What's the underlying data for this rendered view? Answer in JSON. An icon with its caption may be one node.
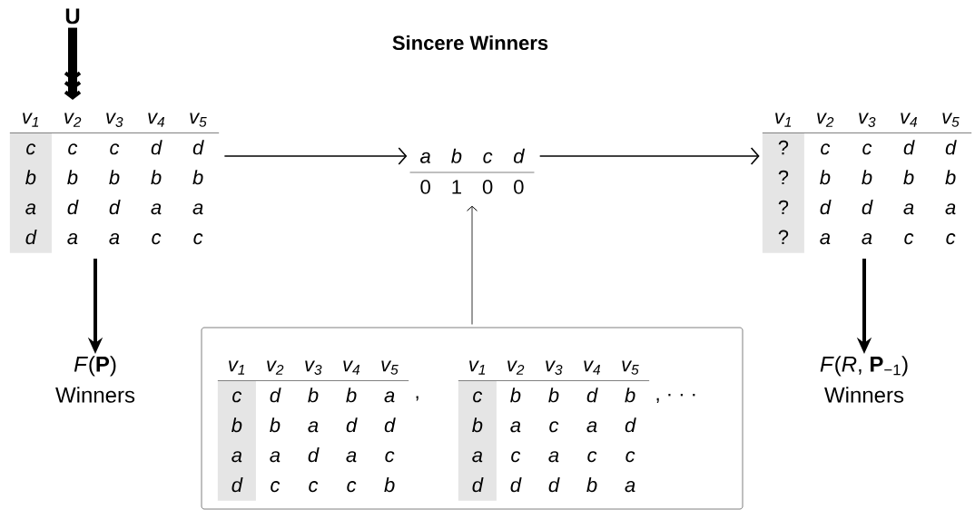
{
  "diagram": {
    "title": "Sincere Winners",
    "nodes": [
      {
        "text": [
          "U"
        ]
      },
      {
        "text": [
          "v$_{1}$",
          "v$_{2}$",
          "v$_{3}$",
          "v$_{4}$",
          "v$_{5}$",
          "c",
          "c",
          "c",
          "d",
          "d",
          "b",
          "b",
          "b",
          "b",
          "b",
          "a",
          "d",
          "d",
          "a",
          "a",
          "d",
          "a",
          "a",
          "c",
          "c"
        ]
      },
      {
        "text": [
          "a",
          "b",
          "c",
          "d",
          "0",
          "1",
          "0",
          "0"
        ]
      },
      {
        "text": [
          "v$_{1}$",
          "v$_{2}$",
          "v$_{3}$",
          "v$_{4}$",
          "v$_{5}$",
          "?",
          "c",
          "c",
          "d",
          "d",
          "?",
          "b",
          "b",
          "b",
          "b",
          "?",
          "d",
          "d",
          "a",
          "a",
          "?",
          "a",
          "a",
          "c",
          "c"
        ]
      },
      {
        "text": [
          "*F*(**P**)",
          "Winners"
        ]
      },
      {
        "text": [
          "*F*(*R*, **P**$_{−1}$)",
          "Winners"
        ]
      },
      {
        "text": [],
        "shape": "box"
      },
      {
        "text": [
          "v$_{1}$",
          "v$_{2}$",
          "v$_{3}$",
          "v$_{4}$",
          "v$_{5}$",
          "c",
          "d",
          "b",
          "b",
          "a",
          "b",
          "b",
          "a",
          "d",
          "d",
          "a",
          "a",
          "d",
          "a",
          "c",
          "d",
          "c",
          "c",
          "c",
          "b"
        ],
        "in": 6,
        "beside": [
          ","
        ]
      },
      {
        "text": [
          "v$_{1}$",
          "v$_{2}$",
          "v$_{3}$",
          "v$_{4}$",
          "v$_{5}$",
          "c",
          "b",
          "b",
          "d",
          "b",
          "b",
          "a",
          "c",
          "a",
          "d",
          "a",
          "c",
          "a",
          "c",
          "c",
          "d",
          "d",
          "d",
          "b",
          "a"
        ],
        "in": 6,
        "beside": [
          ", · · ·"
        ]
      }
    ],
    "edges": [
      {
        "from": 0,
        "to": 1,
        "arrow": "to",
        "style": "thick"
      },
      {
        "from": 1,
        "to": 2,
        "arrow": "to"
      },
      {
        "from": 2,
        "to": 3,
        "arrow": "to"
      },
      {
        "from": 1,
        "to": 4,
        "arrow": "to",
        "style": "thick"
      },
      {
        "from": 3,
        "to": 5,
        "arrow": "to",
        "style": "thick"
      },
      {
        "from": 6,
        "to": 2,
        "arrow": "to"
      }
    ]
  }
}
